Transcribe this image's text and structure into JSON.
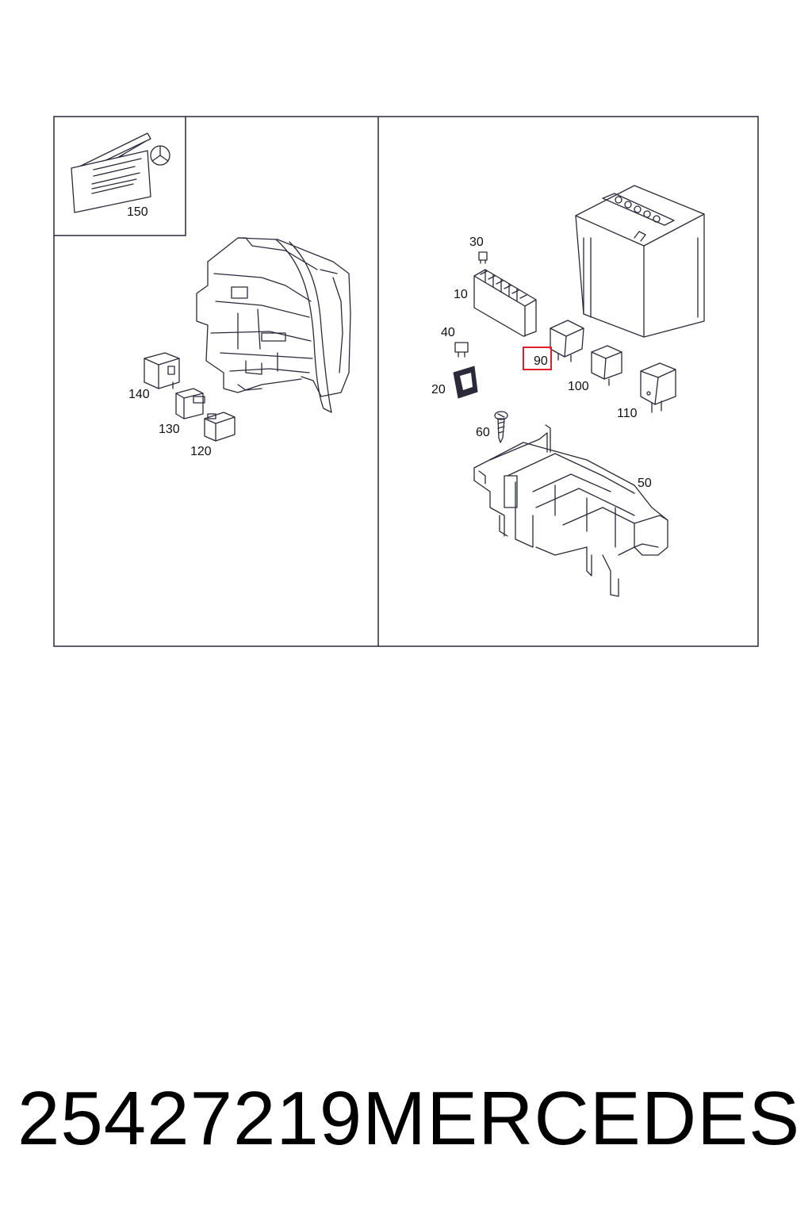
{
  "diagram": {
    "callouts": {
      "label_booklet": "150",
      "relay_140": "140",
      "relay_130": "130",
      "relay_120": "120",
      "fuse_30": "30",
      "fuse_box_10": "10",
      "fuse_40": "40",
      "holder_20": "20",
      "relay_90": "90",
      "relay_100": "100",
      "relay_110": "110",
      "screw_60": "60",
      "bracket_50": "50"
    },
    "highlighted_callout": "90",
    "highlight_color": "#e0202a",
    "line_color": "#2a2a3a"
  },
  "caption": {
    "part_number": "25427219",
    "brand": "MERCEDES"
  }
}
